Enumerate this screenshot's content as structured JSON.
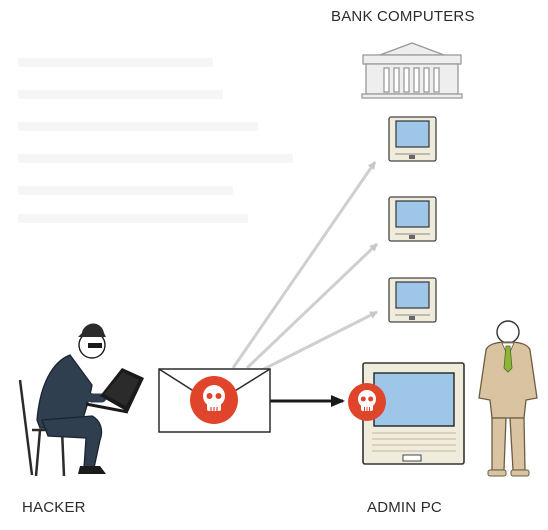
{
  "labels": {
    "bank_computers": "BANK COMPUTERS",
    "hacker": "HACKER",
    "admin_pc": "ADMIN PC"
  },
  "colors": {
    "background": "#ffffff",
    "skull_red": "#e0452b",
    "screen_blue": "#9ec6e8",
    "hacker_suit": "#2f3f4f",
    "admin_suit": "#d9c3a0",
    "admin_tie": "#8db53a",
    "arrow_gray": "#cfcfcf",
    "arrow_dark": "#1a1a1a",
    "computer_beige": "#f0ecdb"
  },
  "icons": {
    "skull": "skull-icon",
    "envelope": "envelope-icon",
    "bank": "bank-building-icon",
    "computer": "computer-icon",
    "hacker": "hacker-figure-icon",
    "admin": "admin-figure-icon"
  }
}
